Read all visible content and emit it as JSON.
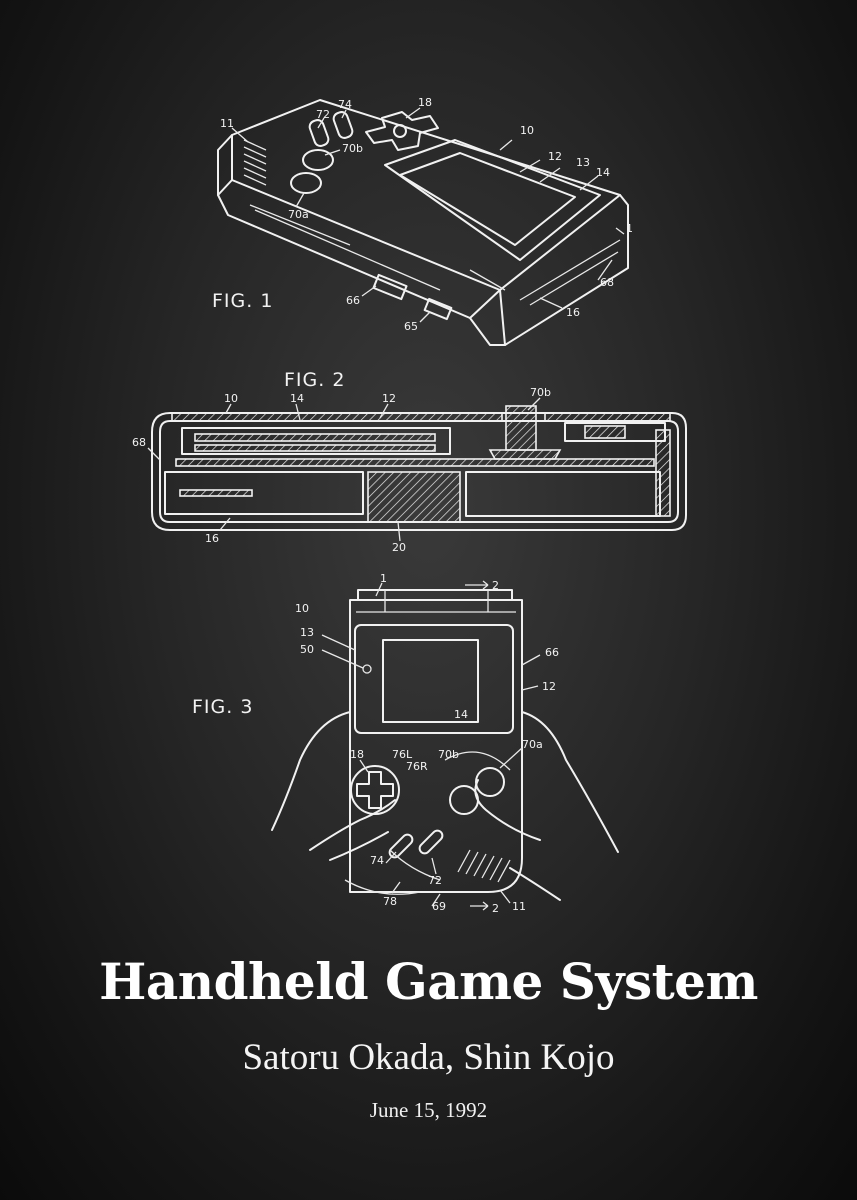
{
  "poster": {
    "title": "Handheld Game System",
    "inventors": "Satoru Okada, Shin Kojo",
    "date": "June 15, 1992"
  },
  "figures": {
    "fig1": {
      "label": "FIG. 1",
      "refs": [
        "11",
        "72",
        "74",
        "18",
        "70b",
        "10",
        "12",
        "13",
        "14",
        "70a",
        "1",
        "68",
        "66",
        "65",
        "16"
      ]
    },
    "fig2": {
      "label": "FIG. 2",
      "refs": [
        "10",
        "14",
        "12",
        "70b",
        "68",
        "16",
        "20"
      ]
    },
    "fig3": {
      "label": "FIG. 3",
      "refs": [
        "1",
        "2",
        "10",
        "13",
        "50",
        "66",
        "12",
        "14",
        "18",
        "76L",
        "70b",
        "76R",
        "70a",
        "74",
        "72",
        "78",
        "69",
        "2",
        "11"
      ]
    }
  },
  "colors": {
    "line": "#f1f1f1",
    "background": "#262626"
  }
}
